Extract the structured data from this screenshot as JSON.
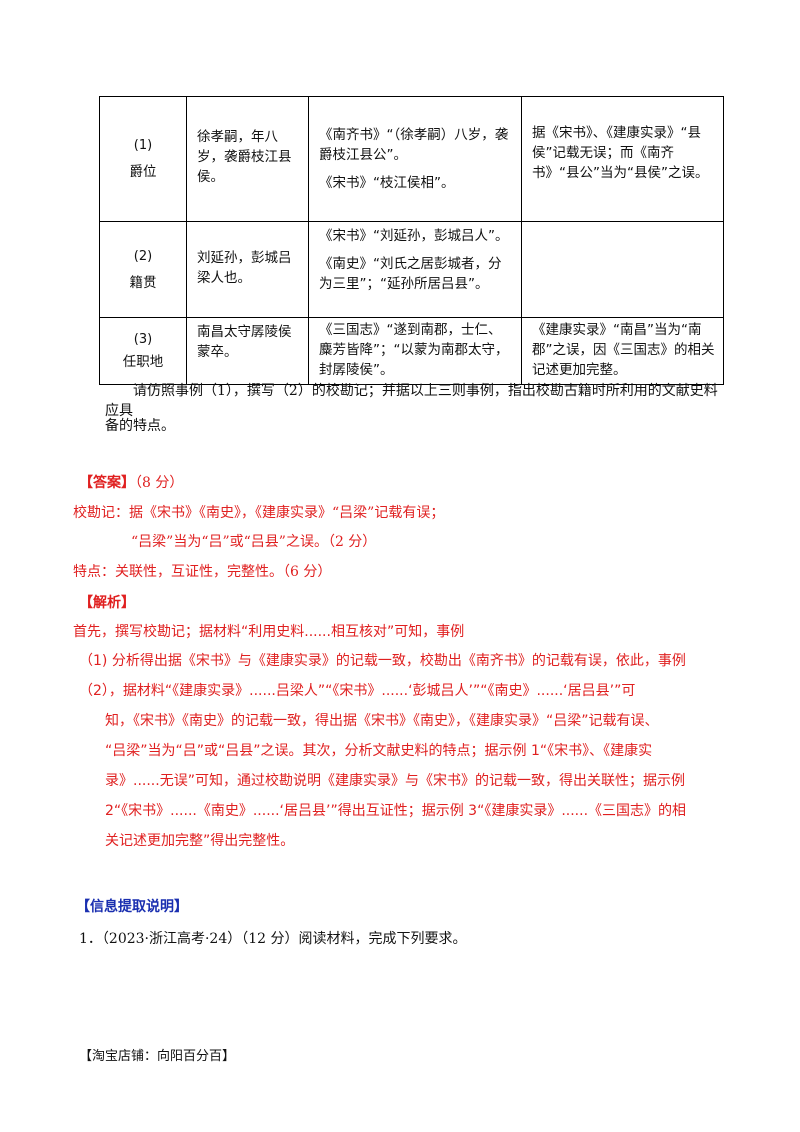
{
  "table": {
    "rows": [
      {
        "index": "(1)",
        "category": "爵位",
        "text": "徐孝嗣，年八岁，袭爵枝江县侯。",
        "sources": [
          "《南齐书》“（徐孝嗣）八岁，袭爵枝江县公”。",
          "《宋书》“枝江侯相”。"
        ],
        "note": "据《宋书》、《建康实录》“县侯”记载无误；而《南齐书》“县公”当为“县侯”之误。"
      },
      {
        "index": "(2)",
        "category": "籍贯",
        "text": "刘延孙，彭城吕梁人也。",
        "sources": [
          "《宋书》“刘延孙，彭城吕人”。",
          "《南史》“刘氏之居彭城者，分为三里”；“延孙所居吕县”。"
        ],
        "note": ""
      },
      {
        "index": "(3)",
        "category": "任职地",
        "text": "南昌太守孱陵侯蒙卒。",
        "sources": [
          "《三国志》“遂到南郡，士仁、麋芳皆降”；“以蒙为南郡太守，封孱陵侯”。"
        ],
        "note": "《建康实录》“南昌”当为“南郡”之误，因《三国志》的相关记述更加完整。"
      }
    ]
  },
  "question": {
    "line1": "请仿照事例（1），撰写（2）的校勘记；并据以上三则事例，指出校勘古籍时所利用的文献史料应具",
    "line2": "备的特点。"
  },
  "answer": {
    "title": "【答案】",
    "score": "（8 分）",
    "line1": "校勘记：据《宋书》《南史》，《建康实录》“吕梁”记载有误；",
    "line2": "“吕梁”当为“吕”或“吕县”之误。（2 分）",
    "line3": "特点：关联性，互证性，完整性。（6 分）"
  },
  "analysis": {
    "title": "【解析】",
    "lines": [
      "首先，撰写校勘记；据材料“利用史料......相互核对”可知，事例",
      "（1) 分析得出据《宋书》与《建康实录》的记载一致，校勘出《南齐书》的记载有误，依此，事例",
      "（2），据材料“《建康实录》......吕梁人”“《宋书》......‘彭城吕人’”“《南史》......‘居吕县’”可",
      "知，《宋书》《南史》的记载一致，得出据《宋书》《南史》，《建康实录》“吕梁”记载有误、",
      "“吕梁”当为“吕”或“吕县”之误。其次，分析文献史料的特点；据示例 1“《宋书》、《建康实",
      "录》......无误”可知，通过校勘说明《建康实录》与《宋书》的记载一致，得出关联性；据示例",
      "2“《宋书》......《南史》......‘居吕县’”得出互证性；据示例 3“《建康实录》......《三国志》的相",
      "关记述更加完整”得出完整性。"
    ]
  },
  "info": {
    "title": "【信息提取说明】"
  },
  "next_question": "1．（2023·浙江高考·24）（12 分）阅读材料，完成下列要求。",
  "footer": "【淘宝店铺：向阳百分百】"
}
